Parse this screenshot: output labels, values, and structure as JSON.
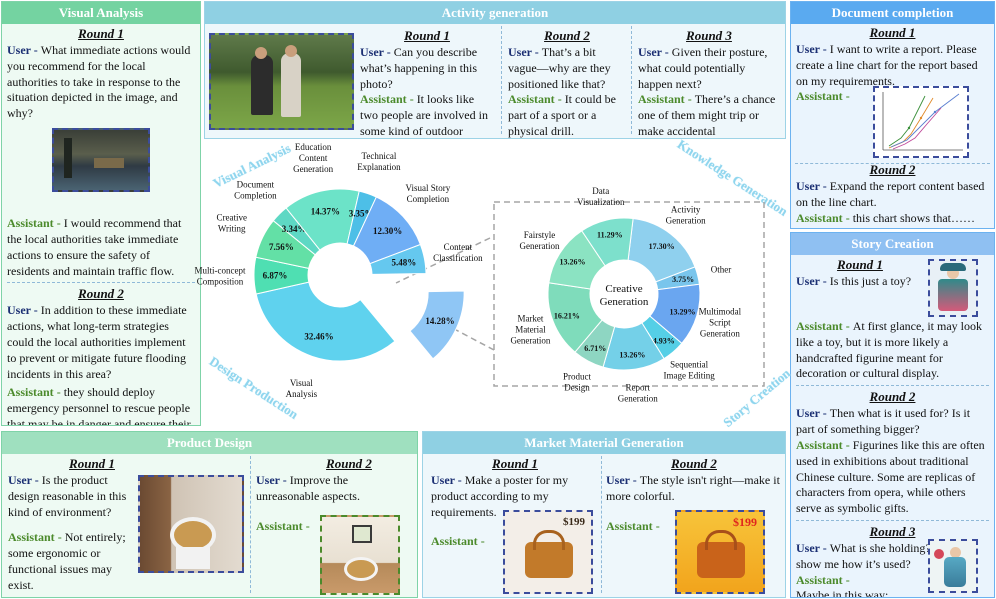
{
  "visual_analysis": {
    "title": "Visual Analysis",
    "r1": "Round 1",
    "r1_user": "What immediate actions would you recommend for the local authorities to take in response to the situation depicted in the image, and why?",
    "r1_assistant": "I would recommend that the local authorities take immediate actions to ensure the safety of residents and maintain traffic flow.",
    "r2": "Round 2",
    "r2_user": "In addition to these immediate actions, what long-term strategies could the local authorities implement to prevent or mitigate future flooding incidents in this area?",
    "r2_assistant": "they should deploy emergency personnel to rescue people that may be in danger and ensure their safety."
  },
  "activity": {
    "title": "Activity generation",
    "r1": "Round 1",
    "r1_user": "Can you describe what’s happening in this photo?",
    "r1_assistant": "It looks like two people are involved in some kind of outdoor activity.",
    "r2": "Round 2",
    "r2_user": "That’s a bit vague—why are they positioned like that?",
    "r2_assistant": "It could be part of a sport or a physical drill.",
    "r3": "Round 3",
    "r3_user": "Given their posture, what could potentially happen next?",
    "r3_assistant": "There’s a chance one of them might trip or make accidental"
  },
  "document": {
    "title": "Document completion",
    "r1": "Round 1",
    "r1_user": "I want to write a report. Please create a line chart for the report based on my requirements.",
    "r2": "Round 2",
    "r2_user": "Expand the report content based on the line chart.",
    "r2_assistant": "this chart shows that……"
  },
  "story": {
    "title": "Story Creation",
    "r1": "Round 1",
    "r1_user": "Is this just a toy?",
    "r1_assistant": "At first glance, it may look like a toy, but it is more likely a handcrafted figurine meant for decoration or cultural display.",
    "r2": "Round 2",
    "r2_user": "Then what is it used for? Is it part of something bigger?",
    "r2_assistant": "Figurines like this are often used in exhibitions about traditional Chinese culture. Some are replicas of characters from opera, while others serve as symbolic gifts.",
    "r3": "Round 3",
    "r3_user": "What is she holding? Can you show me how it’s used?",
    "r3_assistant": "Maybe in this way:"
  },
  "product": {
    "title": "Product Design",
    "r1": "Round 1",
    "r1_user": "Is the product design reasonable in this kind of environment?",
    "r1_assistant": "Not entirely; some ergonomic or functional issues may exist.",
    "r2": "Round 2",
    "r2_user": "Improve the unreasonable aspects."
  },
  "market": {
    "title": "Market Material Generation",
    "r1": "Round 1",
    "r1_user": "Make a poster for my product according to my requirements.",
    "r2": "Round 2",
    "r2_user": "The style isn't right—make it more colorful.",
    "price1": "$199",
    "price2": "$199"
  },
  "labels": {
    "user": "User",
    "assistant": "Assistant",
    "sep": " - "
  },
  "diagonals": {
    "visual_analysis": "Visual Analysis",
    "knowledge": "Knowledge Generation",
    "design": "Design Production",
    "story": "Story Creation"
  },
  "chart_data": [
    {
      "type": "pie",
      "categories": [
        "Visual Analysis",
        "Multi-concept Composition",
        "Creative Writing",
        "Document Completion",
        "Education Content Generation",
        "Technical Explanation",
        "Visual Story Completion",
        "Content Classification",
        "Creative Generation"
      ],
      "values": [
        32.46,
        6.87,
        7.56,
        3.34,
        14.37,
        3.35,
        12.3,
        5.48,
        14.28
      ],
      "value_labels": [
        "32.46%",
        "6.87%",
        "7.56%",
        "3.34%",
        "14.37%",
        "3.35%",
        "12.30%",
        "5.48%",
        "14.28%"
      ],
      "colors": [
        "#5fd2ee",
        "#4fdfb2",
        "#63e0a6",
        "#5ed8c4",
        "#6ce3c8",
        "#4dbfe7",
        "#6faef5",
        "#65c8ef",
        "#8fc6f5"
      ]
    },
    {
      "type": "pie",
      "title": "Creative Generation",
      "categories": [
        "Activity Generation",
        "Other",
        "Multimodal Script Generation",
        "Sequential Image Editing",
        "Report Generation",
        "Product Design",
        "Market Material Generation",
        "Fairstyle Generation",
        "Data Visualization"
      ],
      "values": [
        17.3,
        3.75,
        13.29,
        4.93,
        13.26,
        6.71,
        16.21,
        13.26,
        11.29
      ],
      "value_labels": [
        "17.30%",
        "3.75%",
        "13.29%",
        "4.93%",
        "13.26%",
        "6.71%",
        "16.21%",
        "13.26%",
        "11.29%"
      ],
      "colors": [
        "#8fd0ee",
        "#79c5ec",
        "#6aa6f0",
        "#55cfe6",
        "#74d0e8",
        "#8ed6c2",
        "#7fdcbb",
        "#8be3c2",
        "#7de0cc"
      ]
    }
  ]
}
